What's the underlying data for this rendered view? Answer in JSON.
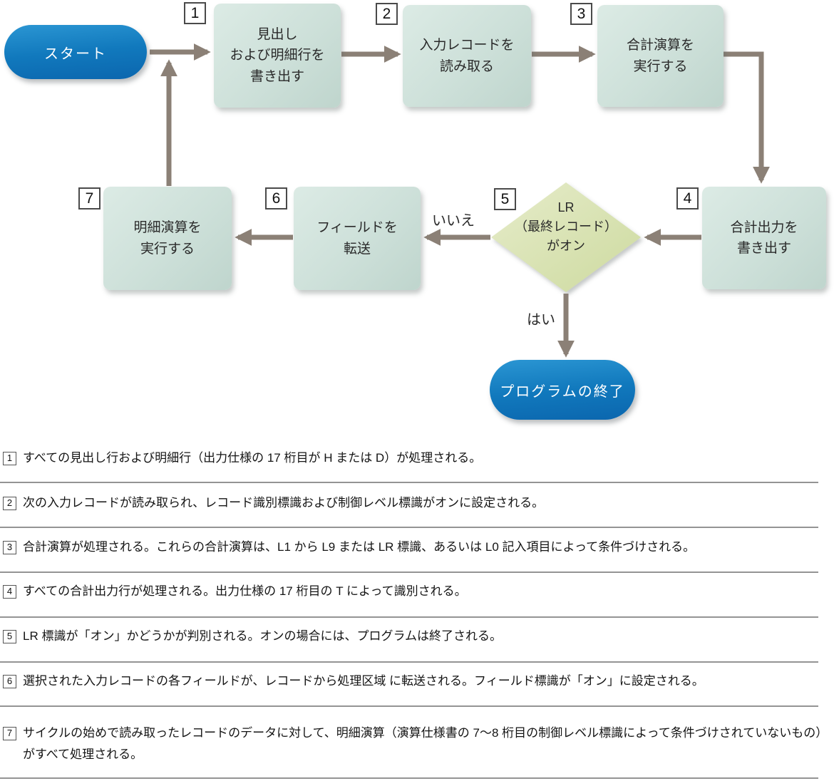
{
  "flowchart": {
    "start_label": "スタート",
    "end_label": "プログラムの終了",
    "no_label": "いいえ",
    "yes_label": "はい",
    "steps": [
      {
        "num": "1",
        "label": "見出し\nおよび明細行を\n書き出す"
      },
      {
        "num": "2",
        "label": "入力レコードを\n読み取る"
      },
      {
        "num": "3",
        "label": "合計演算を\n実行する"
      },
      {
        "num": "4",
        "label": "合計出力を\n書き出す"
      },
      {
        "num": "5",
        "label": "LR\n（最終レコード）\nがオン"
      },
      {
        "num": "6",
        "label": "フィールドを\n転送"
      },
      {
        "num": "7",
        "label": "明細演算を\n実行する"
      }
    ]
  },
  "footnotes": [
    {
      "num": "1",
      "text": "すべての見出し行および明細行（出力仕様の 17 桁目が H または D）が処理される。"
    },
    {
      "num": "2",
      "text": "次の入力レコードが読み取られ、レコード識別標識および制御レベル標識がオンに設定される。"
    },
    {
      "num": "3",
      "text": "合計演算が処理される。これらの合計演算は、L1 から L9 または LR 標識、あるいは L0 記入項目によって条件づけされる。"
    },
    {
      "num": "4",
      "text": "すべての合計出力行が処理される。出力仕様の 17 桁目の T によって識別される。"
    },
    {
      "num": "5",
      "text": "LR 標識が「オン」かどうかが判別される。オンの場合には、プログラムは終了される。"
    },
    {
      "num": "6",
      "text": "選択された入力レコードの各フィールドが、レコードから処理区域 に転送される。フィールド標識が「オン」に設定される。"
    },
    {
      "num": "7",
      "text": "サイクルの始めで読み取ったレコードのデータに対して、明細演算（演算仕様書の 7～8 桁目の制御レベル標識によって条件づけされていないもの）がすべて処理される。"
    }
  ],
  "colors": {
    "terminal_blue": "#0f6fb5",
    "process_green": "#cfe2db",
    "decision_green": "#d6e1ae",
    "arrow": "#8b8076"
  }
}
